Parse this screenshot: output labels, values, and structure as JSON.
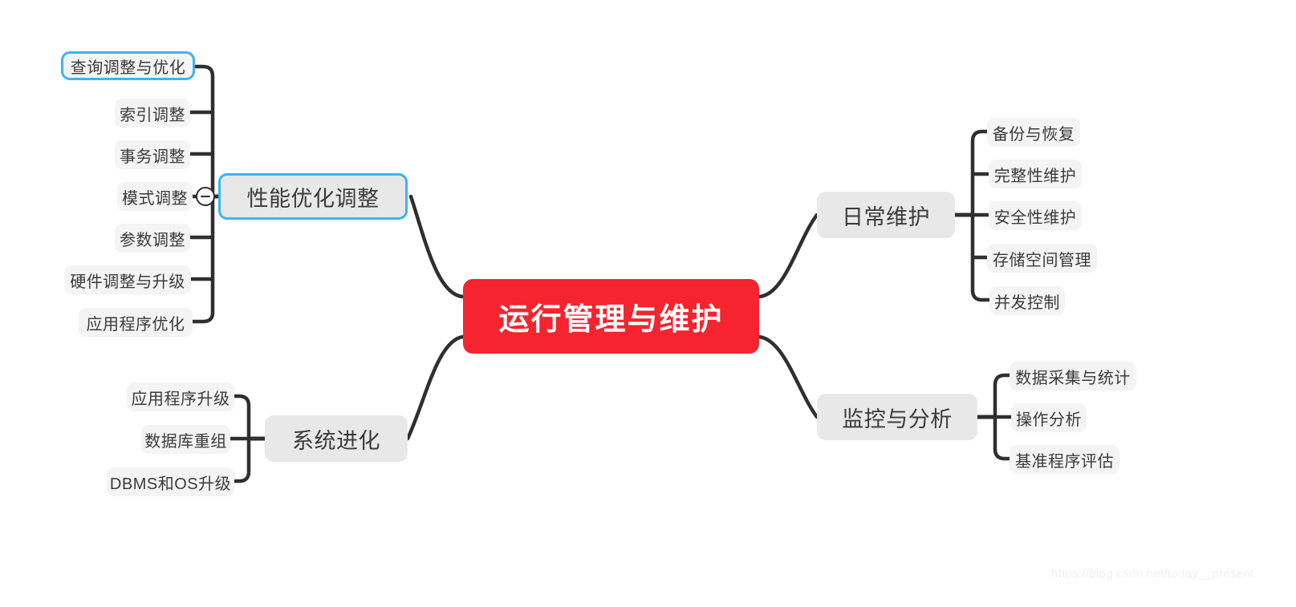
{
  "diagram": {
    "type": "mind-map",
    "root": {
      "label": "运行管理与维护",
      "color": "#f5242e",
      "text_color": "#ffffff"
    },
    "branches": [
      {
        "label": "性能优化调整",
        "side": "left",
        "selected": true,
        "collapse_toggle": "minus",
        "children": [
          {
            "label": "查询调整与优化",
            "selected": true
          },
          {
            "label": "索引调整",
            "selected": false
          },
          {
            "label": "事务调整",
            "selected": false
          },
          {
            "label": "模式调整",
            "selected": false
          },
          {
            "label": "参数调整",
            "selected": false
          },
          {
            "label": "硬件调整与升级",
            "selected": false
          },
          {
            "label": "应用程序优化",
            "selected": false
          }
        ]
      },
      {
        "label": "系统进化",
        "side": "left",
        "selected": false,
        "children": [
          {
            "label": "应用程序升级",
            "selected": false
          },
          {
            "label": "数据库重组",
            "selected": false
          },
          {
            "label": "DBMS和OS升级",
            "selected": false
          }
        ]
      },
      {
        "label": "日常维护",
        "side": "right",
        "selected": false,
        "children": [
          {
            "label": "备份与恢复",
            "selected": false
          },
          {
            "label": "完整性维护",
            "selected": false
          },
          {
            "label": "安全性维护",
            "selected": false
          },
          {
            "label": "存储空间管理",
            "selected": false
          },
          {
            "label": "并发控制",
            "selected": false
          }
        ]
      },
      {
        "label": "监控与分析",
        "side": "right",
        "selected": false,
        "children": [
          {
            "label": "数据采集与统计",
            "selected": false
          },
          {
            "label": "操作分析",
            "selected": false
          },
          {
            "label": "基准程序评估",
            "selected": false
          }
        ]
      }
    ],
    "colors": {
      "root_fill": "#f5242e",
      "branch_fill": "#e8e8e8",
      "leaf_fill": "#f4f4f4",
      "connector": "#2f2f2f",
      "selection": "#3bb4f2",
      "text": "#3a3a3a"
    }
  },
  "watermark": {
    "text": "https://blog.csdn.net/today__present"
  }
}
